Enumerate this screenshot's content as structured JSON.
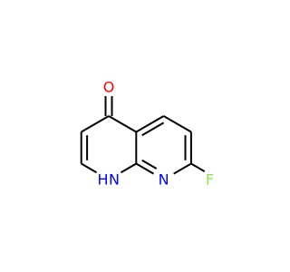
{
  "colors": {
    "background": "#ffffff",
    "bond": "#000000",
    "oxygen": "#ff0000",
    "nitrogen": "#0000ff",
    "fluorine": "#90e050"
  },
  "atoms": {
    "oxygen": "O",
    "ring_nitrogen": "N",
    "nh_nitrogen": "N",
    "nh_hydrogen": "H",
    "fluorine": "F"
  }
}
